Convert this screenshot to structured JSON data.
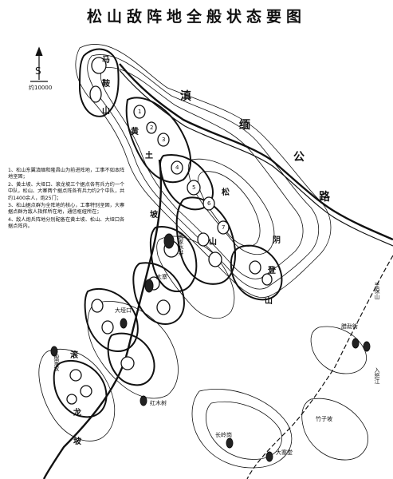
{
  "title": "松山敌阵地全般状态要图",
  "scale": "约10000",
  "north_arrow": "compass-north-icon",
  "legend": [
    "1、松山东翼滇缅和隆昌山为前进阵地，工事不如本阵地坚固；",
    "2、黄土坡、大垭口、滚龙坡三个据点各有兵力约一个中队，松山、大寨两个据点阵各有兵力约2个中队，共约1400余人，炮25门；",
    "3、松山据点群为全阵地的核心，工事特别坚固，大寨据点群为敌人指挥所在地，通信枢纽所在；",
    "4、敌人炮兵阵地分别配备在黄土坡、松山、大垭口各据点阵内。"
  ],
  "labels": {
    "ma": "马",
    "an": "鞍",
    "shan": "山",
    "dian": "滇",
    "mian": "缅",
    "gong": "公",
    "lu": "路",
    "huang": "黄",
    "tu": "土",
    "po": "坡",
    "song": "松",
    "shan2": "山",
    "yin": "阴",
    "deng": "登",
    "shan3": "山",
    "guanjia": "黄家水井",
    "dazhai": "大寨",
    "dayakou": "大垭口",
    "yinxu": "殷家坟",
    "guanlong": "滚",
    "long": "龙",
    "po2": "坡",
    "hongmu": "红木树",
    "changlingang": "长岭岗",
    "dazhaizi": "大寨堂",
    "zhuzipo": "竹子坡",
    "laqiaoqiao": "腊勐街",
    "to_jiangbaoshan": "至保山",
    "to_nujiang": "入怒江",
    "hill_1": "1",
    "hill_2": "2",
    "hill_3": "3",
    "hill_4": "4",
    "hill_5": "5",
    "hill_6": "6",
    "hill_7": "7"
  },
  "colors": {
    "ink": "#111111",
    "paper": "#ffffff"
  }
}
